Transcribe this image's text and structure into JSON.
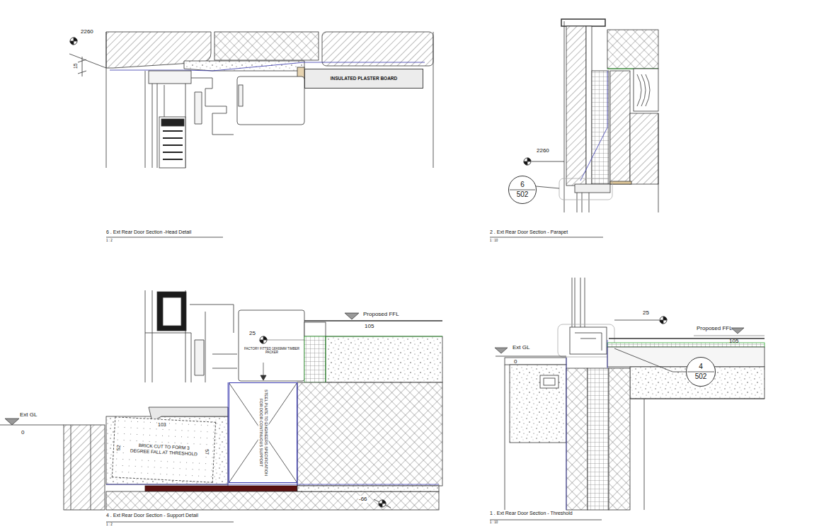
{
  "diagram": {
    "nodes": [
      {
        "text": [
          "INSULATED PLASTER BOARD"
        ]
      },
      {
        "text": [
          "6",
          "502"
        ]
      },
      {
        "text": [
          "BRICK CUT TO FORM 3 DEGREE FALL AT THRESHOLD"
        ]
      },
      {
        "text": [
          "STEEL PLATE TO ENGINEERS SPECIFICATION FOR DOOR CONTINUOUS SUPPORT"
        ]
      },
      {
        "text": [
          "4",
          "502"
        ]
      }
    ],
    "labels": [
      "2260",
      "15",
      "6 . Ext Rear Door Section -Head Detail",
      "1 : 2",
      "2260",
      "2 . Ext Rear Door Section - Parapet",
      "1 : 10",
      "Proposed FFL",
      "105",
      "25",
      "FACTORY FITTED 18X69MM TIMBER PACKER",
      "Ext GL",
      "0",
      "103",
      "52",
      "57",
      "-66",
      "4 . Ext Rear Door Section - Support Detail",
      "1 : 2",
      "25",
      "Ext GL",
      "0",
      "Proposed FFL",
      "105",
      "1 . Ext Rear Door Section - Threshold",
      "1 : 10"
    ]
  }
}
